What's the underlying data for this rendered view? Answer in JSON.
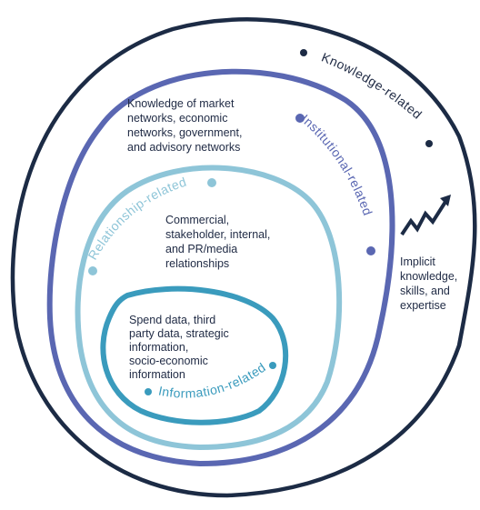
{
  "colors": {
    "knowledge": "#1c2b45",
    "institutional": "#5a67b2",
    "relationship": "#8ec5d8",
    "information": "#3a9bbd",
    "text": "#1f2a44"
  },
  "rings": {
    "knowledge": {
      "label": "Knowledge-related",
      "description": [
        "Implicit",
        "knowledge,",
        "skills, and",
        "expertise"
      ]
    },
    "institutional": {
      "label": "Institutional-related",
      "description": [
        "Knowledge of market",
        "networks, economic",
        "networks, government,",
        "and advisory networks"
      ]
    },
    "relationship": {
      "label": "Relationship-related",
      "description": [
        "Commercial,",
        "stakeholder, internal,",
        "and PR/media",
        "relationships"
      ]
    },
    "information": {
      "label": "Information-related",
      "description": [
        "Spend data, third",
        "party data, strategic",
        "information,",
        "socio-economic",
        "information"
      ]
    }
  },
  "icons": {
    "growth": "trend-up-arrow-icon"
  }
}
